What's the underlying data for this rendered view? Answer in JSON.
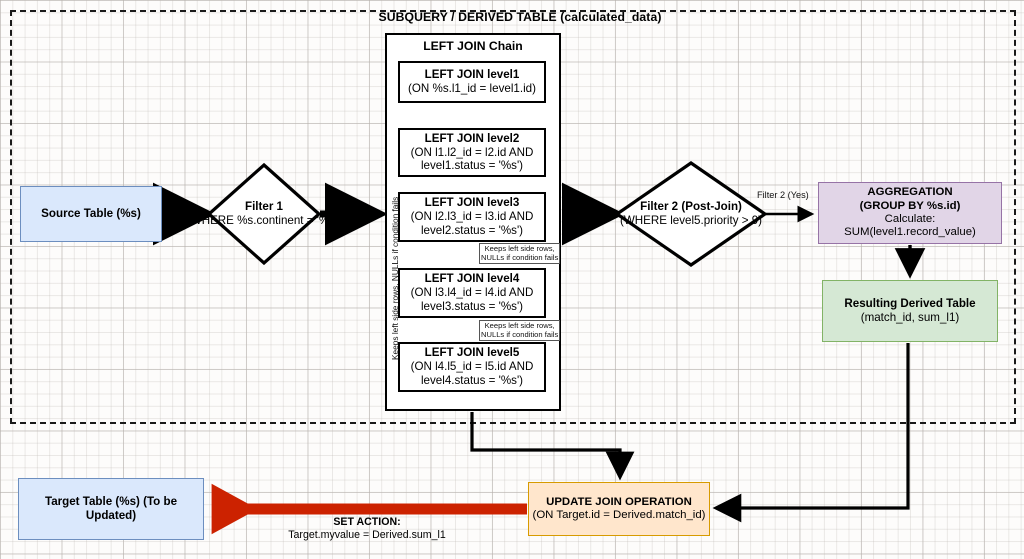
{
  "diagram": {
    "subquery_title": "SUBQUERY / DERIVED TABLE (calculated_data)",
    "joinchain_title": "LEFT JOIN Chain",
    "vertical_note": "Keeps left side rows, NULLs if condition fails",
    "edge_note_line1": "Keeps left side rows,",
    "edge_note_line2": "NULLs if condition fails",
    "filter2_yes_label": "Filter 2 (Yes)",
    "set_action_title": "SET ACTION:",
    "set_action_detail": "Target.myvalue = Derived.sum_l1"
  },
  "nodes": {
    "source_table": {
      "title": "Source Table (%s)"
    },
    "filter1": {
      "title": "Filter 1",
      "detail": "(WHERE %s.continent = '%s')"
    },
    "filter2": {
      "title": "Filter 2 (Post-Join)",
      "detail": "(WHERE level5.priority > 9)"
    },
    "aggregation": {
      "line1": "AGGREGATION",
      "line2": "(GROUP BY %s.id)",
      "line3": "Calculate: SUM(level1.record_value)"
    },
    "derived_table": {
      "title": "Resulting Derived Table",
      "detail": "(match_id, sum_l1)"
    },
    "update_join": {
      "title": "UPDATE JOIN OPERATION",
      "detail": "(ON Target.id = Derived.match_id)"
    },
    "target_table": {
      "title": "Target Table (%s) (To be Updated)"
    }
  },
  "join_steps": [
    {
      "title": "LEFT JOIN level1",
      "detail_1": "(ON %s.l1_id = level1.id)",
      "detail_2": ""
    },
    {
      "title": "LEFT JOIN level2",
      "detail_1": "(ON l1.l2_id = l2.id AND",
      "detail_2": "level1.status = '%s')"
    },
    {
      "title": "LEFT JOIN level3",
      "detail_1": "(ON l2.l3_id = l3.id AND",
      "detail_2": "level2.status = '%s')"
    },
    {
      "title": "LEFT JOIN level4",
      "detail_1": "(ON l3.l4_id = l4.id AND",
      "detail_2": "level3.status = '%s')"
    },
    {
      "title": "LEFT JOIN level5",
      "detail_1": "(ON l4.l5_id = l5.id AND",
      "detail_2": "level4.status = '%s')"
    }
  ],
  "colors": {
    "source_fill": "#dae8fc",
    "source_stroke": "#6c8ebf",
    "aggregation_fill": "#e1d5e7",
    "aggregation_stroke": "#9673a6",
    "derived_fill": "#d5e8d4",
    "derived_stroke": "#82b366",
    "update_fill": "#ffe6cc",
    "update_stroke": "#d79b00",
    "set_action_arrow": "#cc2200",
    "wire": "#000000"
  }
}
